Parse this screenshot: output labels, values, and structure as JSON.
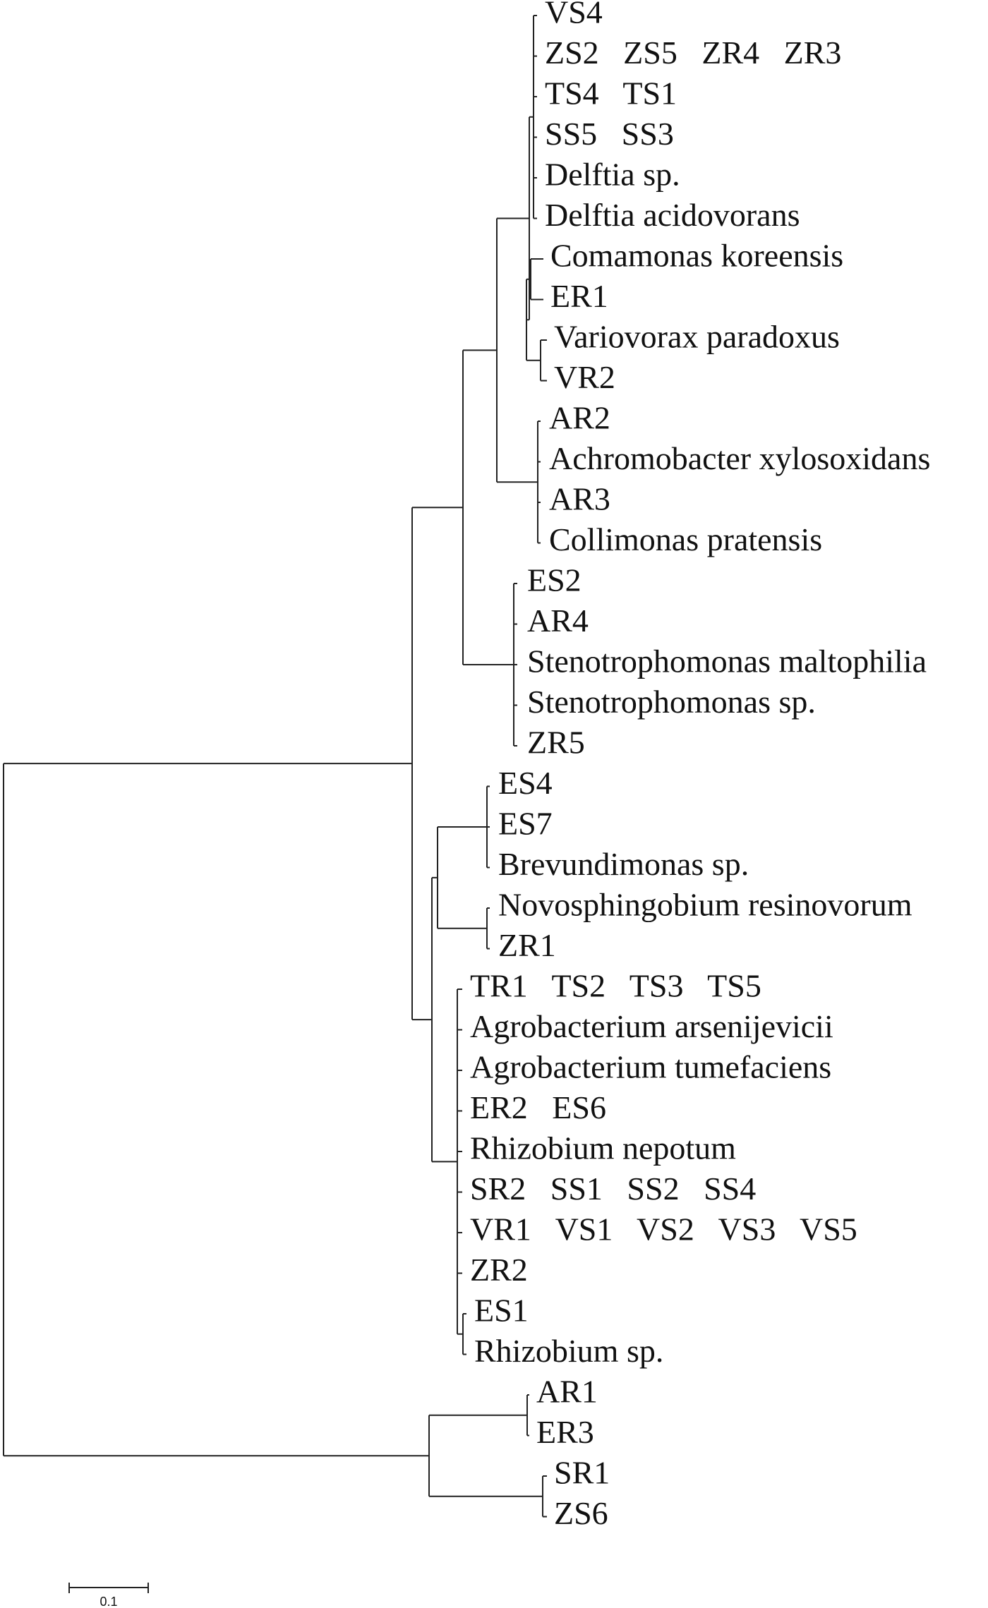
{
  "tree": {
    "type": "phylogenetic-tree",
    "leaves": [
      "VS4",
      "ZS2   ZS5   ZR4   ZR3",
      "TS4   TS1",
      "SS5   SS3",
      "Delftia sp.",
      "Delftia acidovorans",
      "Comamonas koreensis",
      "ER1",
      "Variovorax paradoxus",
      "VR2",
      "AR2",
      "Achromobacter xylosoxidans",
      "AR3",
      "Collimonas pratensis",
      "ES2",
      "AR4",
      "Stenotrophomonas maltophilia",
      "Stenotrophomonas sp.",
      "ZR5",
      "ES4",
      "ES7",
      "Brevundimonas sp.",
      "Novosphingobium resinovorum",
      "ZR1",
      "TR1   TS2   TS3   TS5",
      "Agrobacterium arsenijevicii",
      "Agrobacterium tumefaciens",
      "ER2   ES6",
      "Rhizobium nepotum",
      "SR2   SS1   SS2   SS4",
      "VR1   VS1   VS2   VS3   VS5",
      "ZR2",
      "ES1",
      "Rhizobium sp.",
      "AR1",
      "ER3",
      "SR1",
      "ZS6"
    ],
    "scale_bar_label": "0.1"
  }
}
